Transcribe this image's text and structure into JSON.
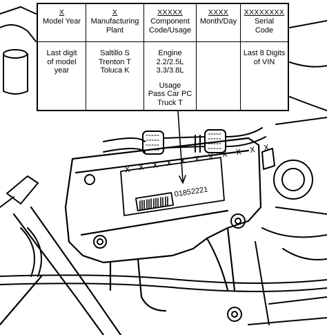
{
  "table": {
    "columns": [
      {
        "code": "X",
        "title": [
          "Model Year"
        ],
        "body": [
          "Last digit",
          "of model",
          "year"
        ]
      },
      {
        "code": "X",
        "title": [
          "Manufacturing",
          "Plant"
        ],
        "body": [
          "Saltillo S",
          "Trenton T",
          "Toluca K"
        ]
      },
      {
        "code": "XXXXX",
        "title": [
          "Component",
          "Code/Usage"
        ],
        "body": [
          "Engine",
          "2.2/2.5L",
          "3.3/3.8L"
        ],
        "body2": [
          "Usage",
          "Pass Car PC",
          "Truck T"
        ]
      },
      {
        "code": "XXXX",
        "title": [
          "Month/Day"
        ],
        "body": []
      },
      {
        "code": "XXXXXXXX",
        "title": [
          "Serial",
          "Code"
        ],
        "body": [
          "Last 8 Digits",
          "of VIN"
        ]
      }
    ]
  },
  "label": {
    "x_row": "X X X  X X X X X X X  X",
    "number": "01852221"
  }
}
